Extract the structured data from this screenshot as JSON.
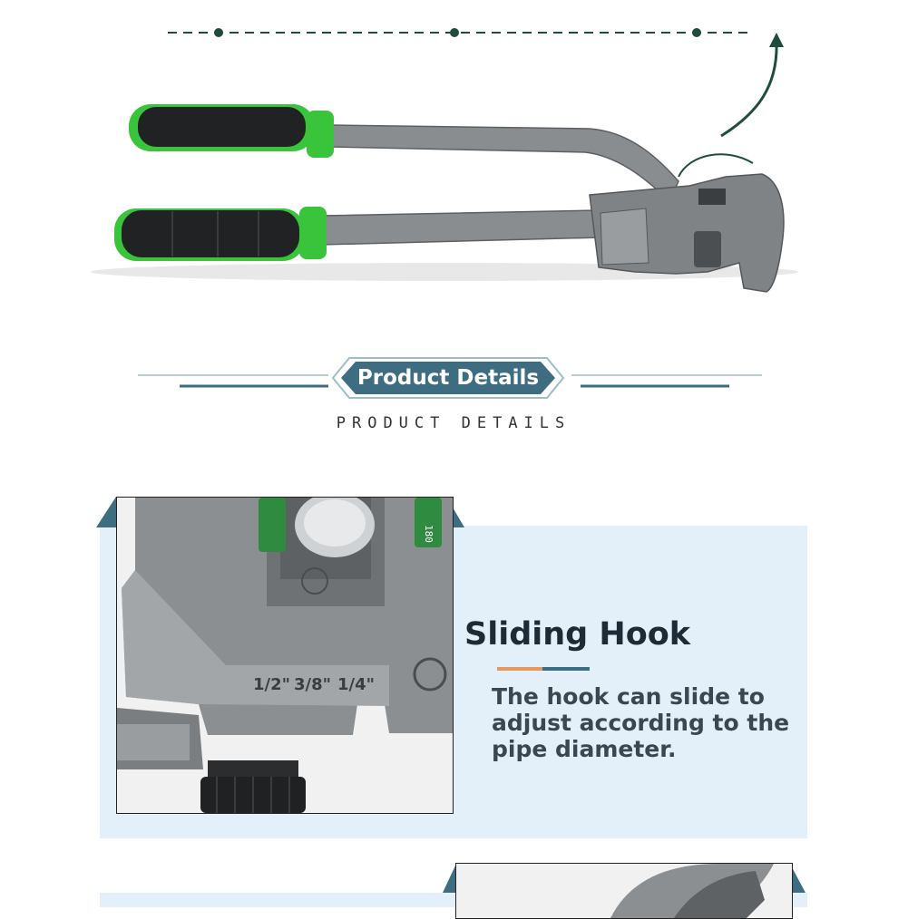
{
  "hero": {
    "icons": [
      "tube-bender-tool-icon",
      "bend-direction-arrow-icon"
    ]
  },
  "section_header": {
    "banner": "Product Details",
    "subtitle": "PRODUCT DETAILS"
  },
  "feature": {
    "title": "Sliding Hook",
    "description": "The hook can slide to adjust according to the pipe diameter.",
    "die_markings": [
      "1/2\"",
      "3/8\"",
      "1/4\""
    ],
    "angle_marking": "180"
  },
  "colors": {
    "accent": "#3e6d82",
    "panel": "#e3f0f9",
    "grip_green": "#39c43b",
    "steel": "#8a8d90",
    "dark_green": "#1f4d3b"
  }
}
